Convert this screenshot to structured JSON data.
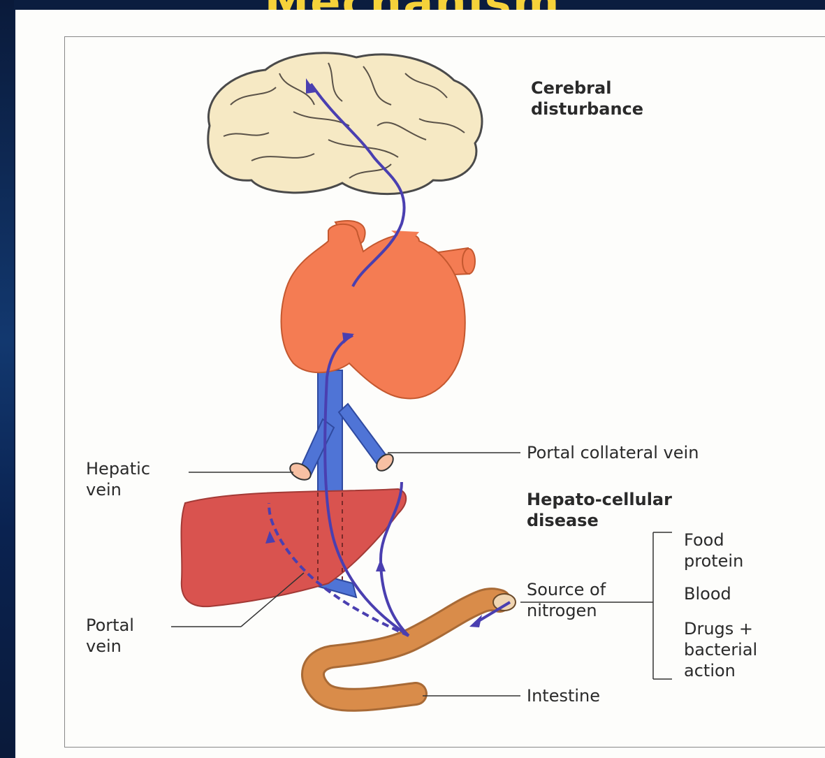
{
  "slide": {
    "title": "Mechanism"
  },
  "labels": {
    "cerebral": "Cerebral\ndisturbance",
    "portal_collateral": "Portal collateral vein",
    "hepatic_vein": "Hepatic\nvein",
    "hepato_cellular": "Hepato-cellular\ndisease",
    "source_of_nitrogen": "Source of\nnitrogen",
    "food_protein": "Food\nprotein",
    "blood": "Blood",
    "drugs": "Drugs +\nbacterial\naction",
    "portal_vein": "Portal\nvein",
    "intestine": "Intestine"
  },
  "colors": {
    "brain": "#f6e9c4",
    "heart": "#f47c53",
    "liver": "#d9534f",
    "vein": "#4f74d6",
    "arrow": "#4a3fb0",
    "intestine": "#d98c4a",
    "title": "#f5d23a"
  }
}
